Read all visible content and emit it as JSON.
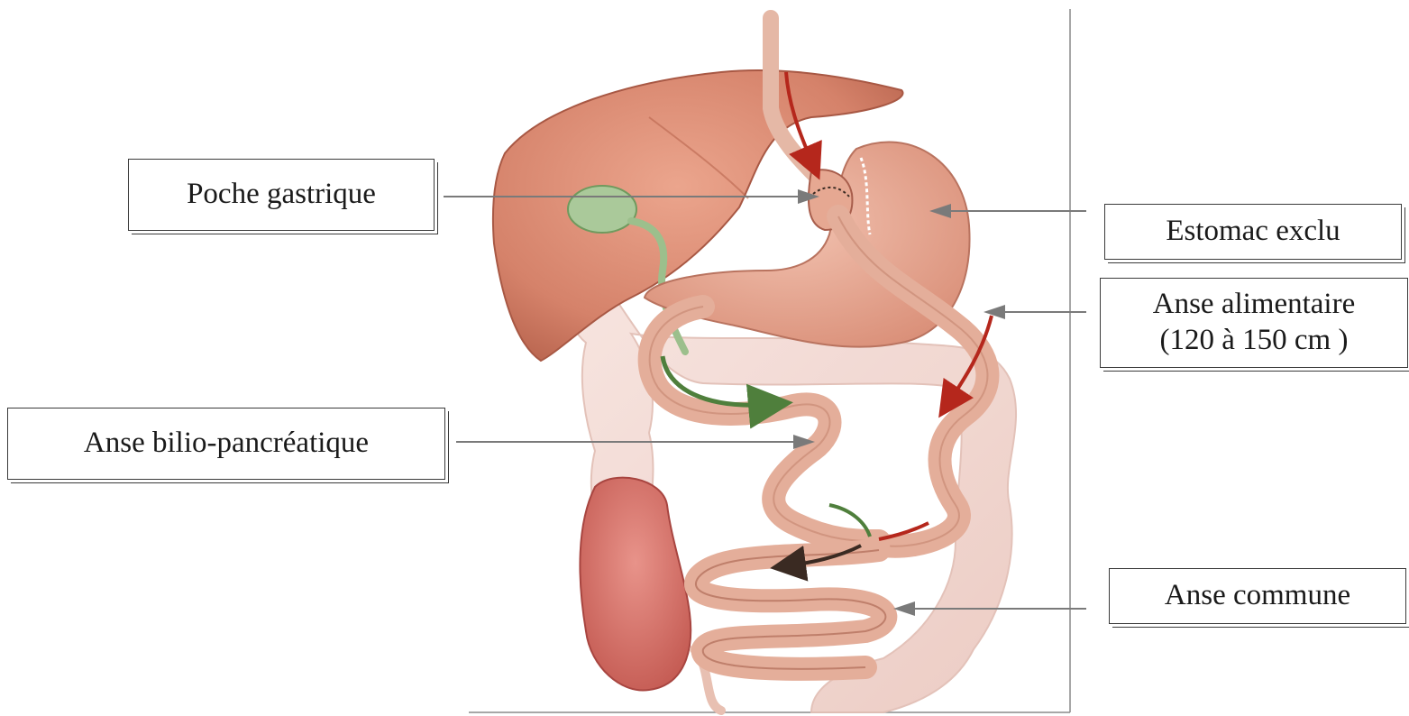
{
  "labels": {
    "poche_gastrique": "Poche gastrique",
    "estomac_exclu": "Estomac exclu",
    "anse_alimentaire": "Anse alimentaire",
    "anse_alimentaire_length": "(120 à 150 cm )",
    "anse_bilio_pancreatique": "Anse bilio-pancréatique",
    "anse_commune": "Anse commune"
  },
  "colors": {
    "liver": "#d98a72",
    "stomach": "#e3a48e",
    "intestine": "#e6b09c",
    "colon": "#f2d9d3",
    "gallbladder": "#a9c79a",
    "food_flow_arrow": "#b5271c",
    "bile_flow_arrow": "#4f7f3c",
    "leader_line": "#7a7a7a"
  }
}
